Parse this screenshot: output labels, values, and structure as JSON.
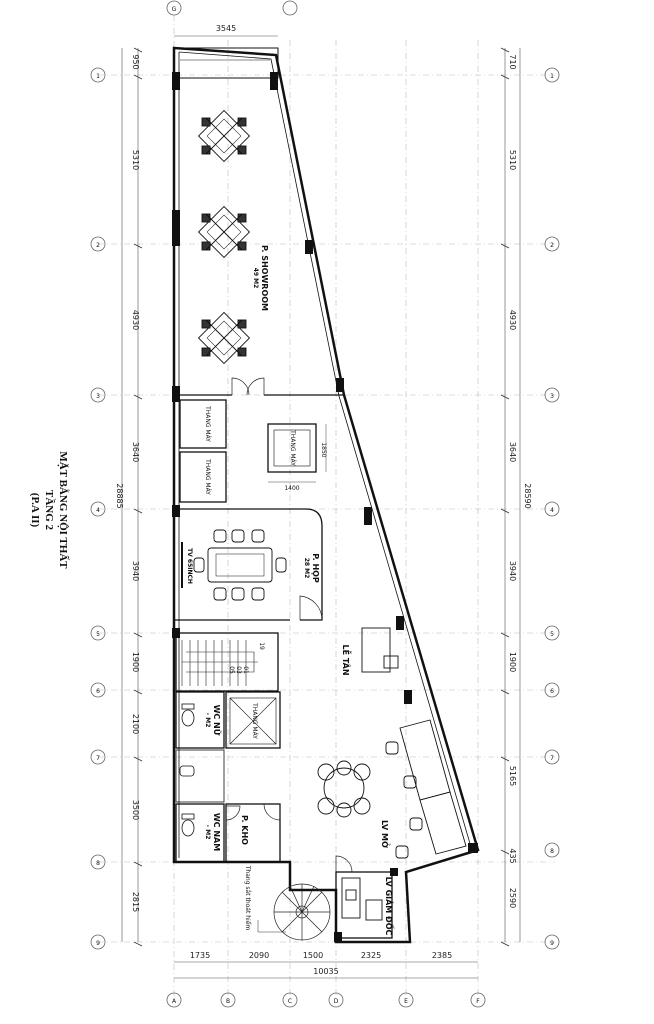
{
  "drawing": {
    "title": "MẶT BẰNG NỘI THẤT",
    "floor": "TẦNG 2",
    "option": "(P.A II)"
  },
  "dims_top": [
    "3545"
  ],
  "dims_left": [
    "950",
    "5310",
    "4930",
    "3640",
    "3940",
    "1900",
    "2100",
    "3500",
    "2815"
  ],
  "dims_left_total": "28885",
  "dims_right": [
    "710",
    "5310",
    "4930",
    "3640",
    "3940",
    "1900",
    "5165",
    "435",
    "2590"
  ],
  "dims_right_total": "28590",
  "dims_bottom": [
    "1735",
    "2090",
    "1500",
    "2325",
    "2385"
  ],
  "dims_bottom_total": "10035",
  "grid_left": [
    "1",
    "2",
    "3",
    "4",
    "5",
    "6",
    "7",
    "8",
    "9"
  ],
  "grid_right": [
    "1",
    "2",
    "3",
    "4",
    "5",
    "6",
    "7",
    "8",
    "9"
  ],
  "grid_bottom": [
    "A",
    "B",
    "C",
    "D",
    "E",
    "F",
    "G"
  ],
  "rooms": {
    "showroom": "P. SHOWROOM",
    "showroom_area": "49 M2",
    "elevator_1": "THANG MÁY",
    "elevator_2": "THANG MÁY",
    "elevator_3": "THANG MÁY",
    "elevator_4": "THANG MÁY",
    "elev_w": "1400",
    "elev_h": "1850",
    "meeting": "P. HỌP",
    "meeting_area": "28 M2",
    "meeting_tv": "TV 65INCH",
    "reception": "LỄ TÂN",
    "wc_nu": "WC NỮ",
    "wc_nu_area": "- M2",
    "wc_nam": "WC NAM",
    "wc_nam_area": "- M2",
    "kho": "P. KHO",
    "lv_mo": "LV MỞ",
    "giam_doc": "LV GIÁM ĐỐC",
    "stair_note": "Thang sắt thoát hiểm",
    "step_19": "19",
    "step_01": "01",
    "step_03": "03",
    "step_05": "05"
  }
}
